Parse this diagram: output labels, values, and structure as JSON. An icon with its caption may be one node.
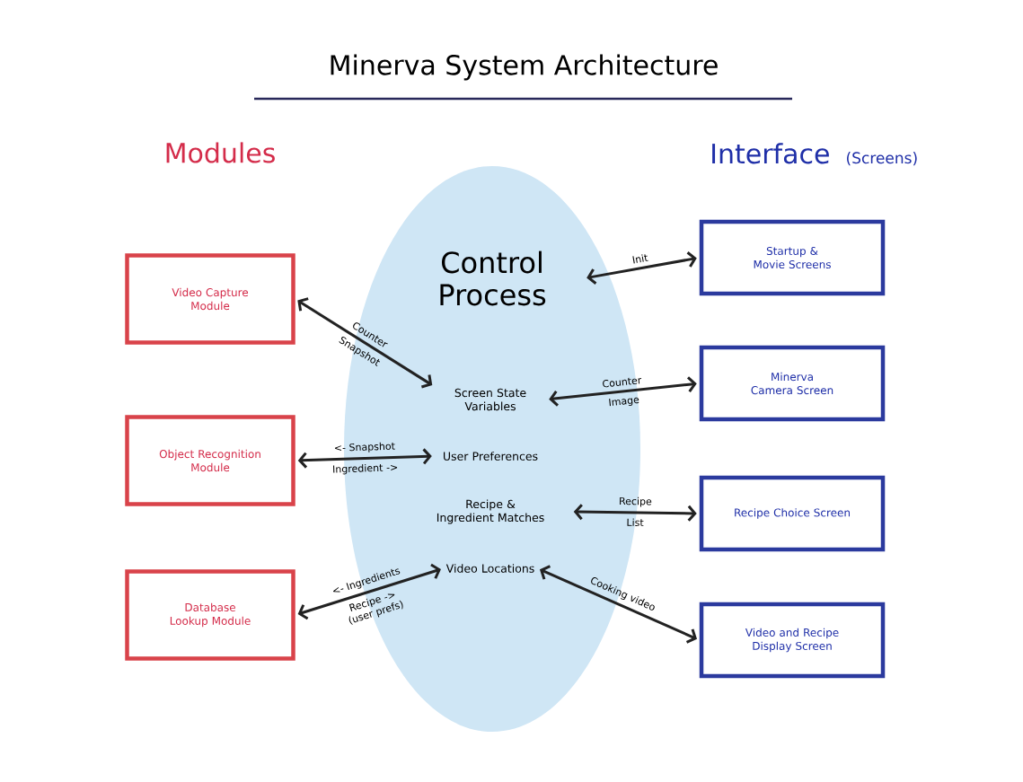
{
  "diagram": {
    "title": "Minerva System Architecture",
    "nodes": [
      {
        "text": [],
        "shape": "ellipse"
      },
      {
        "text": [
          "Control Process"
        ],
        "in": 0
      },
      {
        "text": [
          "Screen State Variables"
        ],
        "in": 0
      },
      {
        "text": [
          "User Preferences"
        ],
        "in": 0
      },
      {
        "text": [
          "Recipe & Ingredient Matches"
        ],
        "in": 0
      },
      {
        "text": [
          "Video Locations"
        ],
        "in": 0
      },
      {
        "text": [
          "Video Capture Module"
        ]
      },
      {
        "text": [
          "Object Recognition Module"
        ]
      },
      {
        "text": [
          "Database Lookup Module"
        ]
      },
      {
        "text": [
          "Startup & Movie Screens"
        ]
      },
      {
        "text": [
          "Minerva Camera Screen"
        ]
      },
      {
        "text": [
          "Recipe Choice Screen"
        ]
      },
      {
        "text": [
          "Video and Recipe Display Screen"
        ]
      }
    ],
    "edges": [
      {
        "from": 6,
        "to": 2,
        "arrow": "both",
        "label": "Counter"
      },
      {
        "from": 7,
        "to": 3,
        "arrow": "both",
        "label": "<- Snapshot"
      },
      {
        "from": 8,
        "to": 5,
        "arrow": "both",
        "label": "<- Ingredients"
      },
      {
        "from": 9,
        "to": 1,
        "arrow": "both",
        "label": "Init"
      },
      {
        "from": 10,
        "to": 2,
        "arrow": "both",
        "label": "Counter"
      },
      {
        "from": 11,
        "to": 4,
        "arrow": "both",
        "label": "Recipe"
      },
      {
        "from": 12,
        "to": 5,
        "arrow": "both",
        "label": "Cooking video"
      }
    ],
    "labels": [
      "Modules",
      "Interface",
      "(Screens)",
      "Snapshot",
      "Ingredient ->",
      "Recipe -> (user prefs)",
      "Image",
      "List"
    ]
  }
}
